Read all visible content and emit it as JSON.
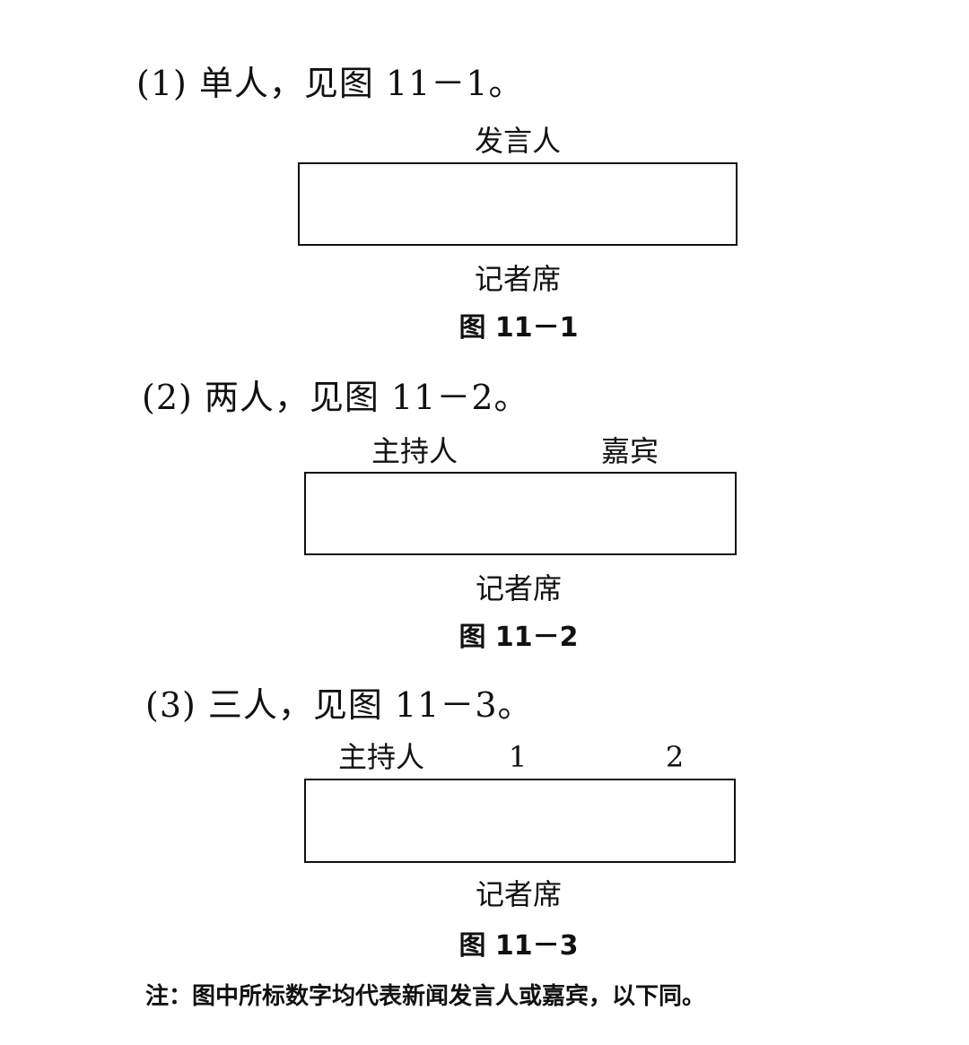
{
  "sections": [
    {
      "heading": "(1) 单人，见图 11－1。",
      "top_labels": [
        "发言人"
      ],
      "bottom_label": "记者席",
      "caption": "图 11－1"
    },
    {
      "heading": "(2) 两人，见图 11－2。",
      "top_labels": [
        "主持人",
        "嘉宾"
      ],
      "bottom_label": "记者席",
      "caption": "图 11－2"
    },
    {
      "heading": "(3) 三人，见图 11－3。",
      "top_labels": [
        "主持人",
        "1",
        "2"
      ],
      "bottom_label": "记者席",
      "caption": "图 11－3"
    }
  ],
  "note": "注：图中所标数字均代表新闻发言人或嘉宾，以下同。"
}
